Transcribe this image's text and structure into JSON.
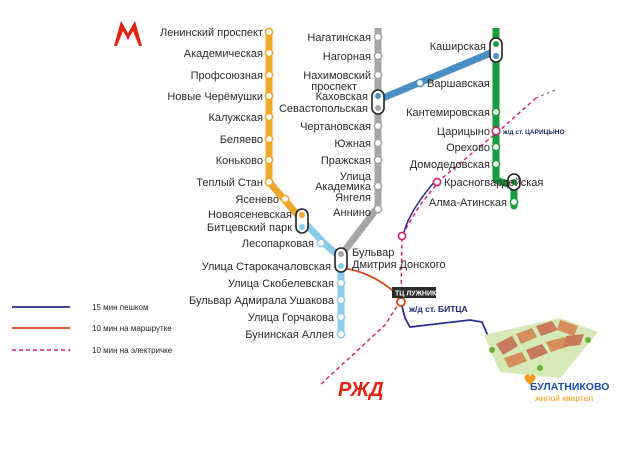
{
  "colors": {
    "orange_line": "#F0A52C",
    "grey_line": "#A6A6A6",
    "green_line": "#1A9B3E",
    "light_blue_line": "#8CCBEA",
    "steel_blue_line": "#4A8FC4",
    "walk_route": "#2B2E8C",
    "bus_route": "#D8461B",
    "train_route": "#D0206A",
    "metro_logo": "#E42313",
    "rzd_logo": "#E42313",
    "brand_blue": "#1A4FA3",
    "brand_orange": "#F39C12"
  },
  "logo_icon": "moscow-metro-m-icon",
  "orange_stations": [
    "Ленинский проспект",
    "Академическая",
    "Профсоюзная",
    "Новые Черёмушки",
    "Калужская",
    "Беляево",
    "Коньково",
    "Теплый Стан",
    "Ясенево"
  ],
  "interchange_left": [
    "Новоясеневская",
    "Битцевский парк"
  ],
  "lesoparkovaya": "Лесопарковая",
  "grey_stations": [
    "Нагатинская",
    "Нагорная",
    "Нахимовский",
    "проспект"
  ],
  "kakhovskaya": [
    "Каховская",
    "Севастопольская"
  ],
  "grey_stations_2": [
    "Чертановская",
    "Южная",
    "Пражская",
    "Улица",
    "Академика",
    "Янгеля",
    "Аннино"
  ],
  "bulvar_dd": [
    "Бульвар",
    "Дмитрия Донского"
  ],
  "ul_starokachalovskaya": "Улица Старокачаловская",
  "light_blue_stations": [
    "Улица Скобелевская",
    "Бульвар Адмирала Ушакова",
    "Улица Горчакова",
    "Бунинская Аллея"
  ],
  "kashirskaya": "Каширская",
  "varshavskaya": "Варшавская",
  "green_stations": [
    "Кантемировская",
    "Царицыно",
    "Орехово",
    "Домодедовская",
    "Красногвардейская",
    "Алма-Атинская"
  ],
  "rail_tsaritsyno": "ж/д ст. ЦАРИЦЫНО",
  "rail_bitsa": "ж/д ст. БИТЦА",
  "tc_label": "ТЦ ЛУЖНИКИ",
  "rzd_logo_text": "РЖД",
  "legend": [
    {
      "label": "15 мин пешком",
      "style": "walk"
    },
    {
      "label": "10 мин на маршрутке",
      "style": "bus"
    },
    {
      "label": "10 мин на электричке",
      "style": "train"
    }
  ],
  "brand": {
    "name": "БУЛАТНИКОВО",
    "subtitle": "жилой квартал"
  }
}
